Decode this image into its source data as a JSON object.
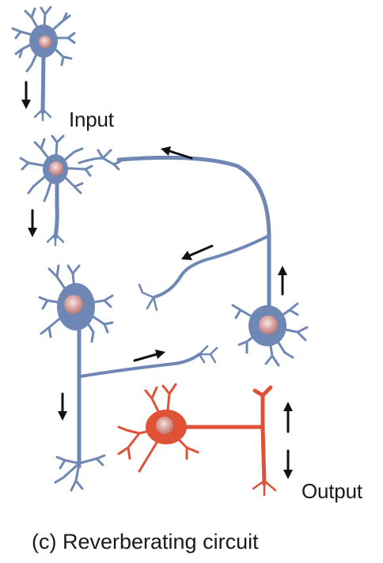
{
  "labels": {
    "input": "Input",
    "output": "Output"
  },
  "caption": "(c) Reverberating circuit",
  "colors": {
    "neuron_blue": "#6f87b4",
    "neuron_red": "#e05236",
    "nucleus": "#d9a5a1",
    "arrow": "#111111",
    "background": "#ffffff"
  },
  "neurons": [
    "input-neuron",
    "neuron-2",
    "neuron-3",
    "feedback-neuron",
    "output-neuron"
  ],
  "arrow_icons": [
    "arrow-down",
    "arrow-left",
    "arrow-right",
    "arrow-up"
  ]
}
